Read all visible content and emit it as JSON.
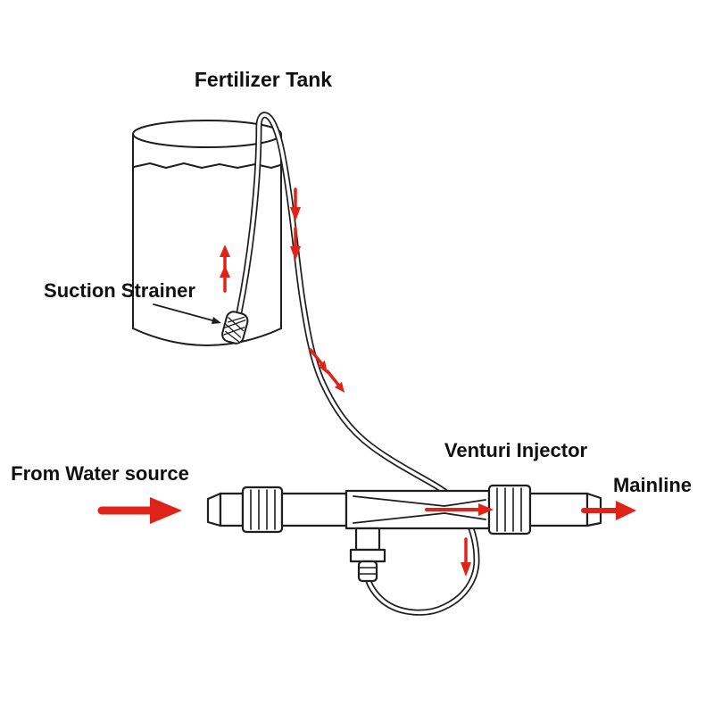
{
  "colors": {
    "background": "#ffffff",
    "line": "#1e1e1e",
    "arrow": "#e02318",
    "text": "#101010"
  },
  "labels": {
    "fertilizer_tank": "Fertilizer Tank",
    "suction_strainer": "Suction Strainer",
    "from_water_source": "From Water source",
    "venturi_injector": "Venturi Injector",
    "mainline": "Mainline"
  }
}
